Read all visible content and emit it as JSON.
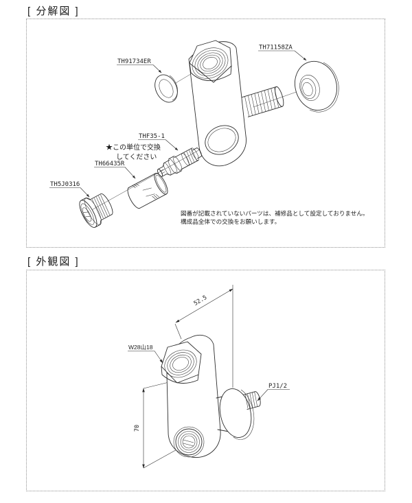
{
  "colors": {
    "line": "#2b2b2b",
    "panel_border": "#8f8f8f",
    "background": "#ffffff"
  },
  "exploded": {
    "title": "[ 分解図 ]",
    "parts": {
      "washer": "TH91734ER",
      "flange": "TH71158ZA",
      "valve": "THF35-1",
      "sleeve": "TH66435R",
      "cap": "TH5J0316"
    },
    "replace_note": {
      "line1": "★この単位で交換",
      "line2": "してください"
    },
    "footnote": {
      "line1": "図番が記載されていないパーツは、補修品として設定しておりません。",
      "line2": "構成品全体での交換をお願いします。"
    }
  },
  "outline": {
    "title": "[ 外観図 ]",
    "dims": {
      "width": "52.5",
      "height": "70"
    },
    "threads": {
      "top": "W28山18",
      "side": "PJ1/2"
    }
  }
}
